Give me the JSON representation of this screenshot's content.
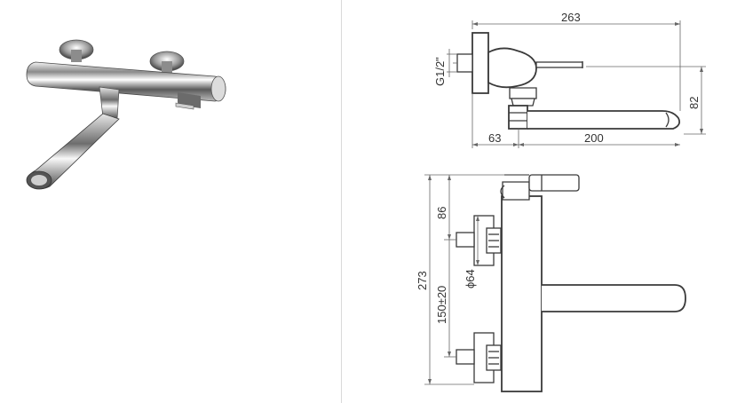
{
  "dimensions": {
    "total_length": "263",
    "thread": "G1/2\"",
    "height": "82",
    "wall_offset": "63",
    "spout_length": "200",
    "upper": "86",
    "overall_height": "273",
    "rosette_diameter": "ϕ64",
    "centers": "150±20"
  },
  "colors": {
    "line": "#3a3a3a",
    "divider": "#d9d9d9",
    "chrome_dark": "#3c3c3c",
    "chrome_light": "#f2f2f2"
  }
}
